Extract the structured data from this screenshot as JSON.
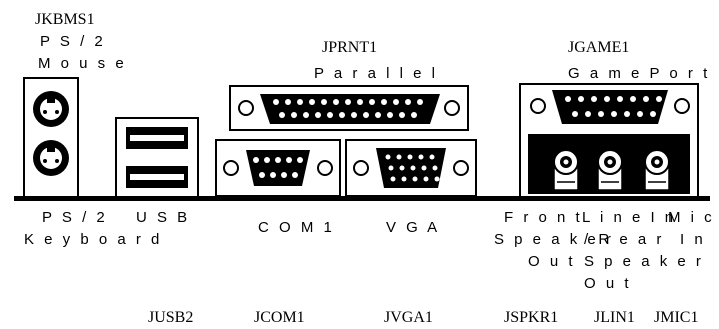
{
  "labels": {
    "jkbms1": "JKBMS1",
    "ps2_mouse_1": "P S / 2",
    "ps2_mouse_2": "M o u s e",
    "jprnt1": "JPRNT1",
    "parallel": "P a r a l l e l",
    "jgame1": "JGAME1",
    "game_port": "G a m e  P o r t",
    "ps2_kbd_1": "P S / 2",
    "ps2_kbd_2": "K e y b o a r d",
    "usb": "U S B",
    "com1": "C O M 1",
    "vga": "V G A",
    "front_1": "F r o n t",
    "front_2": "S p e a k e r",
    "front_3": "O u t",
    "linein_1": "L i n e  I n",
    "linein_2": "/ R e a r",
    "linein_3": "S p e a k e r",
    "linein_4": "O u t",
    "mic_1": "M i c",
    "mic_2": "I n",
    "jusb2": "JUSB2",
    "jcom1": "JCOM1",
    "jvga1": "JVGA1",
    "jspkr1": "JSPKR1",
    "jlin1": "JLIN1",
    "jmic1": "JMIC1"
  }
}
